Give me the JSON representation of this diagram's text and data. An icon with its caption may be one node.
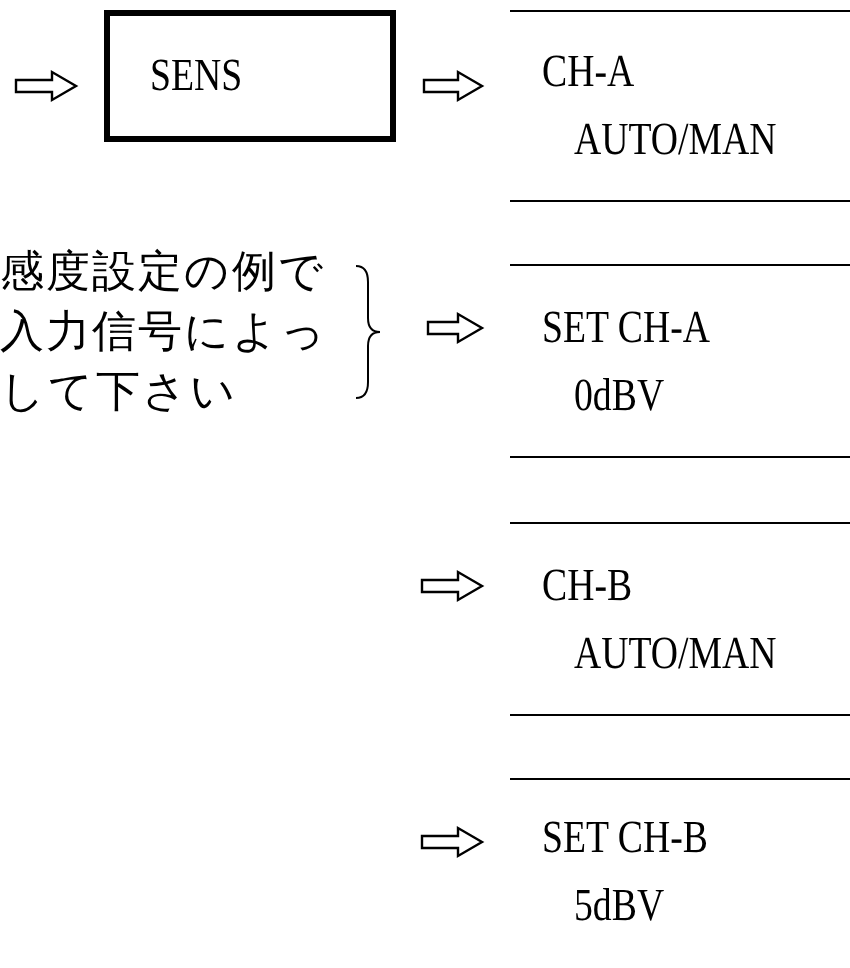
{
  "diagram": {
    "nodes": [
      {
        "text": [
          "SENS"
        ]
      },
      {
        "text": [
          "CH-A",
          "AUTO/MAN"
        ]
      },
      {
        "text": [
          "感度設定の例で入力信号によっして下さい"
        ]
      },
      {
        "text": [
          "SET CH-A",
          "0dBV"
        ]
      },
      {
        "text": [
          "CH-B",
          "AUTO/MAN"
        ]
      },
      {
        "text": [
          "SET CH-B",
          "5dBV"
        ]
      }
    ],
    "edges": [
      {
        "from": null,
        "to": 0,
        "arrow": "to"
      },
      {
        "from": 0,
        "to": 1,
        "arrow": "to"
      },
      {
        "from": 2,
        "to": 3,
        "arrow": "to"
      },
      {
        "from": null,
        "to": 4,
        "arrow": "to"
      },
      {
        "from": null,
        "to": 5,
        "arrow": "to"
      }
    ]
  }
}
